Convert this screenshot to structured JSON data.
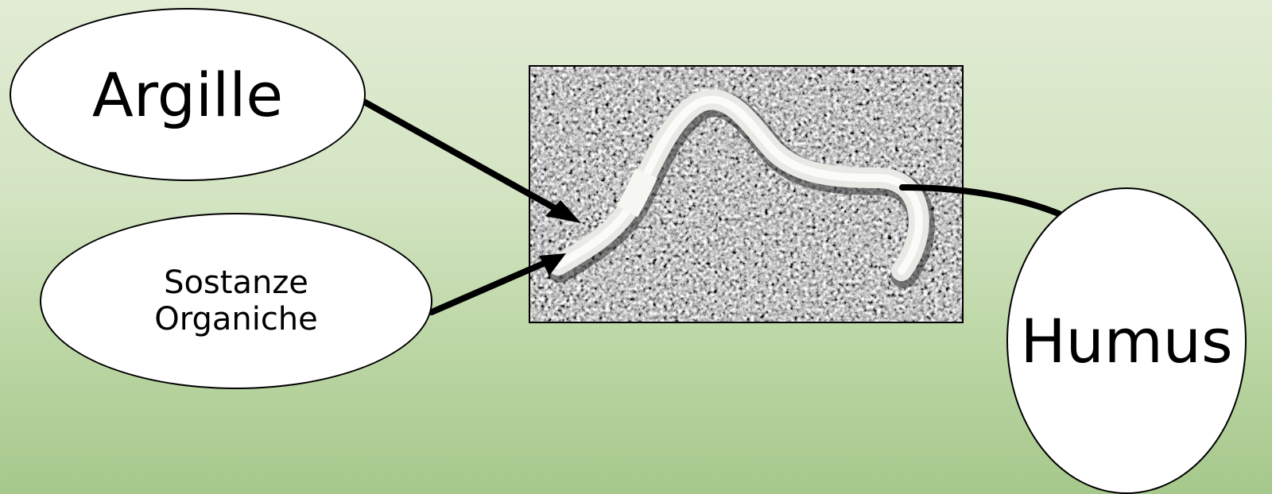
{
  "nodes": {
    "argille": "Argille",
    "sostanze_line1": "Sostanze",
    "sostanze_line2": "Organiche",
    "humus": "Humus"
  },
  "photo": {
    "subject": "earthworm-on-soil"
  },
  "colors": {
    "background_top": "#e2ecd4",
    "background_bottom": "#a6c88c",
    "node_fill": "#ffffff",
    "stroke": "#000000"
  }
}
